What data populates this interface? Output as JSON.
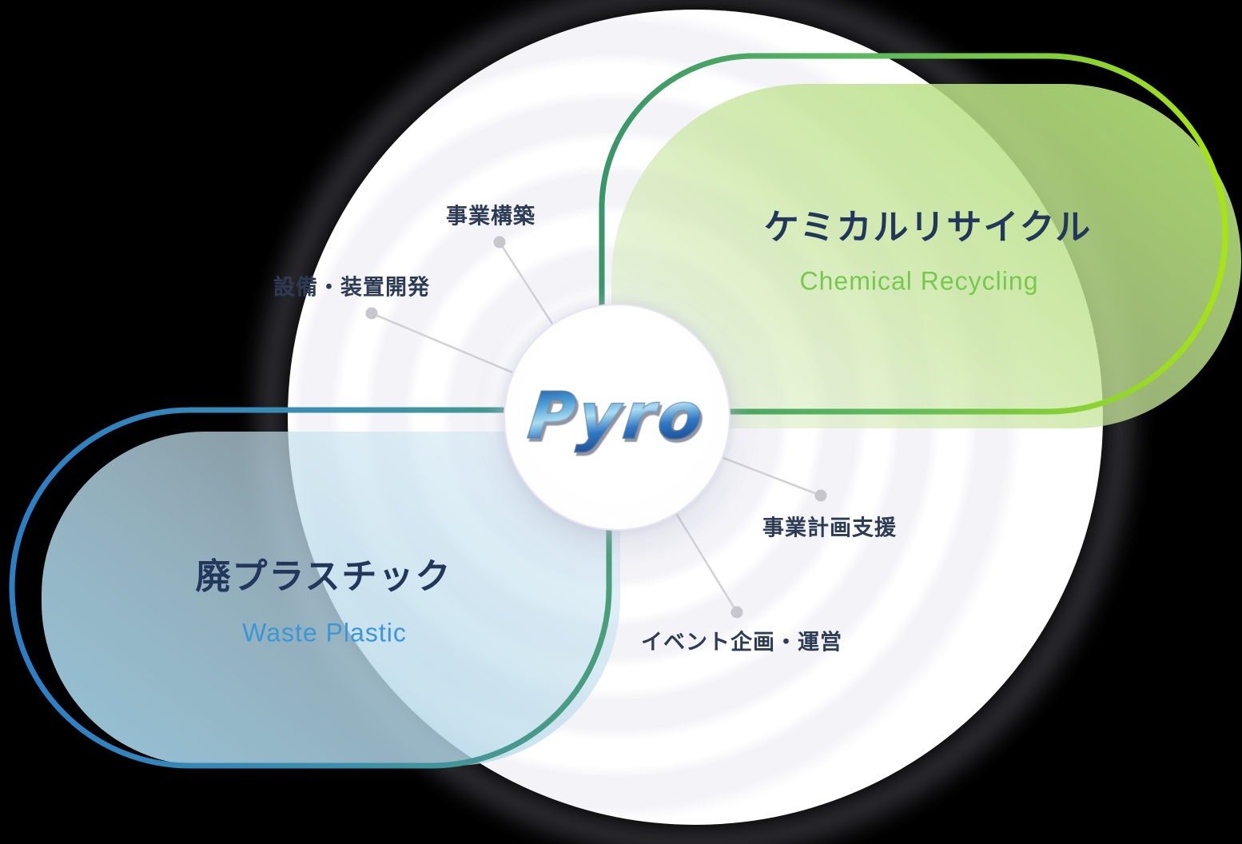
{
  "diagram": {
    "center_logo": "Pyro",
    "areas": [
      {
        "id": "chemical-recycling",
        "title_ja": "ケミカルリサイクル",
        "title_en": "Chemical Recycling",
        "title_color": "#223759",
        "en_color": "#77c94e",
        "border_gradient": [
          "#38946a",
          "#5eb95e",
          "#a9e315"
        ]
      },
      {
        "id": "waste-plastic",
        "title_ja": "廃プラスチック",
        "title_en": "Waste Plastic",
        "title_color": "#223759",
        "en_color": "#3b96d8",
        "border_gradient": [
          "#2c7ec5",
          "#3c8fae",
          "#4a9e7b"
        ]
      }
    ],
    "services": [
      {
        "label": "事業構築"
      },
      {
        "label": "設備・装置開発"
      },
      {
        "label": "事業計画支援"
      },
      {
        "label": "イベント企画・運営"
      }
    ],
    "colors": {
      "background": "#000000",
      "big_circle": "#ffffff",
      "ripple_ring": "#f3f3f8",
      "connector": "#d0d0d5",
      "connector_dot": "#c6c6cc",
      "label_text": "#2e3b55"
    }
  }
}
